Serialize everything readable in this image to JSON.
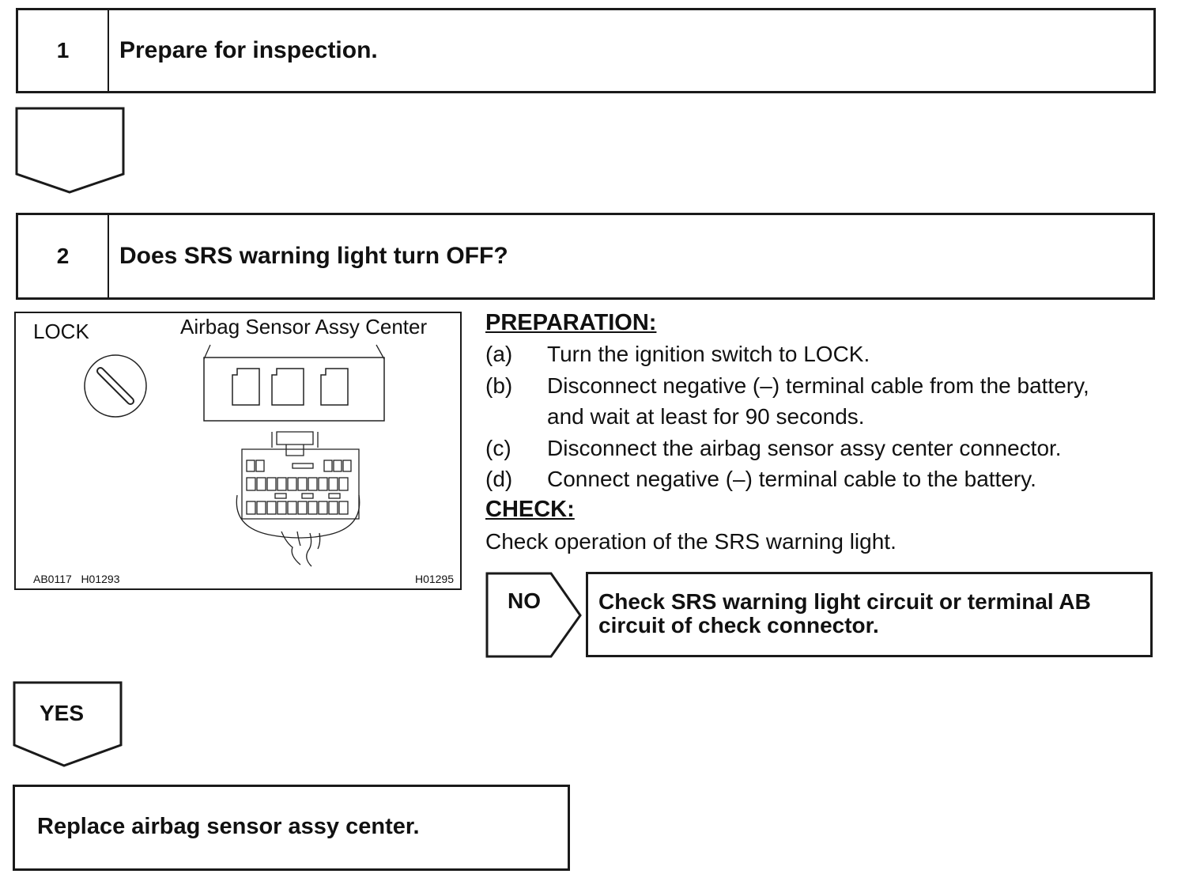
{
  "steps": [
    {
      "number": "1",
      "title": "Prepare for inspection."
    },
    {
      "number": "2",
      "title": "Does SRS warning light turn OFF?"
    }
  ],
  "figure": {
    "label_lock": "LOCK",
    "label_sensor": "Airbag Sensor Assy Center",
    "code_left": "AB0117   H01293",
    "code_right": "H01295"
  },
  "preparation": {
    "heading": "PREPARATION:",
    "items": [
      {
        "label": "(a)",
        "text": "Turn the ignition switch to LOCK."
      },
      {
        "label": "(b)",
        "text": "Disconnect negative (–) terminal cable from the battery,",
        "text2": "and wait at least for 90 seconds."
      },
      {
        "label": "(c)",
        "text": "Disconnect the airbag sensor assy center connector."
      },
      {
        "label": "(d)",
        "text": "Connect negative (–) terminal cable to the battery."
      }
    ]
  },
  "check": {
    "heading": "CHECK:",
    "text": "Check operation of the SRS warning light."
  },
  "no_branch": {
    "label": "NO",
    "result_line1": "Check SRS warning light circuit or terminal AB",
    "result_line2": "circuit of check connector."
  },
  "yes_branch": {
    "label": "YES",
    "result": "Replace airbag sensor assy center."
  }
}
